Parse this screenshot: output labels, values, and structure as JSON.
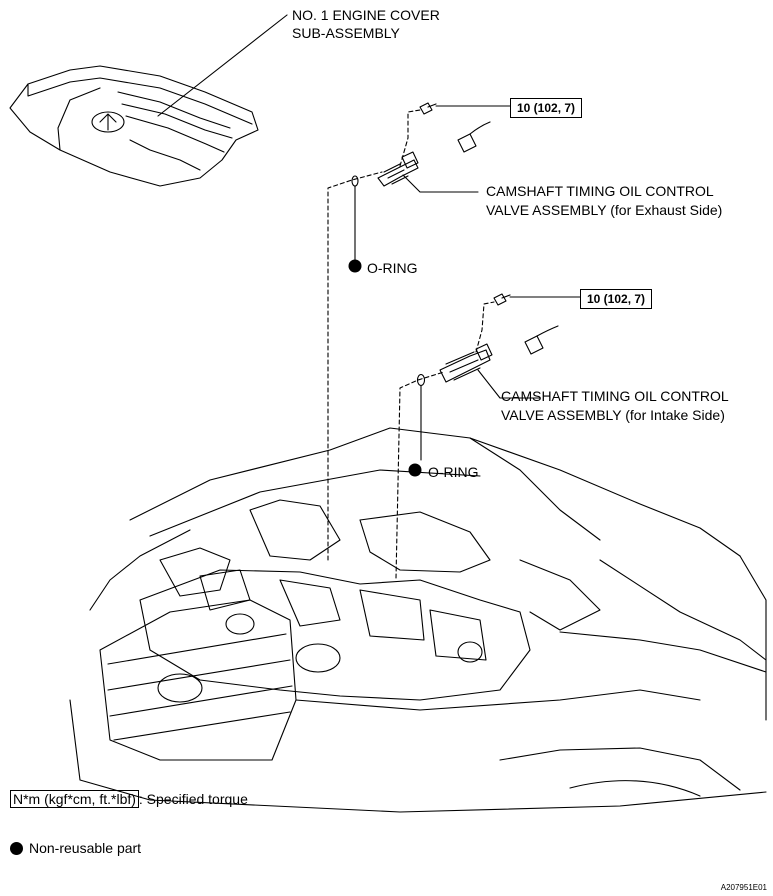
{
  "labels": {
    "engine_cover_line1": "NO. 1 ENGINE COVER",
    "engine_cover_line2": "SUB-ASSEMBLY",
    "exhaust_valve_line1": "CAMSHAFT TIMING OIL CONTROL",
    "exhaust_valve_line2": "VALVE ASSEMBLY (for Exhaust Side)",
    "intake_valve_line1": "CAMSHAFT TIMING OIL CONTROL",
    "intake_valve_line2": "VALVE ASSEMBLY  (for Intake Side)",
    "oring_exhaust": "O-RING",
    "oring_intake": "O-RING"
  },
  "torque": {
    "exhaust_bolt": "10 (102, 7)",
    "intake_bolt": "10 (102, 7)"
  },
  "legend": {
    "torque_unit": "N*m (kgf*cm, ft.*lbf)",
    "torque_desc": ": Specified torque",
    "non_reusable": "Non-reusable part"
  },
  "figure_ref": "A207951E01"
}
